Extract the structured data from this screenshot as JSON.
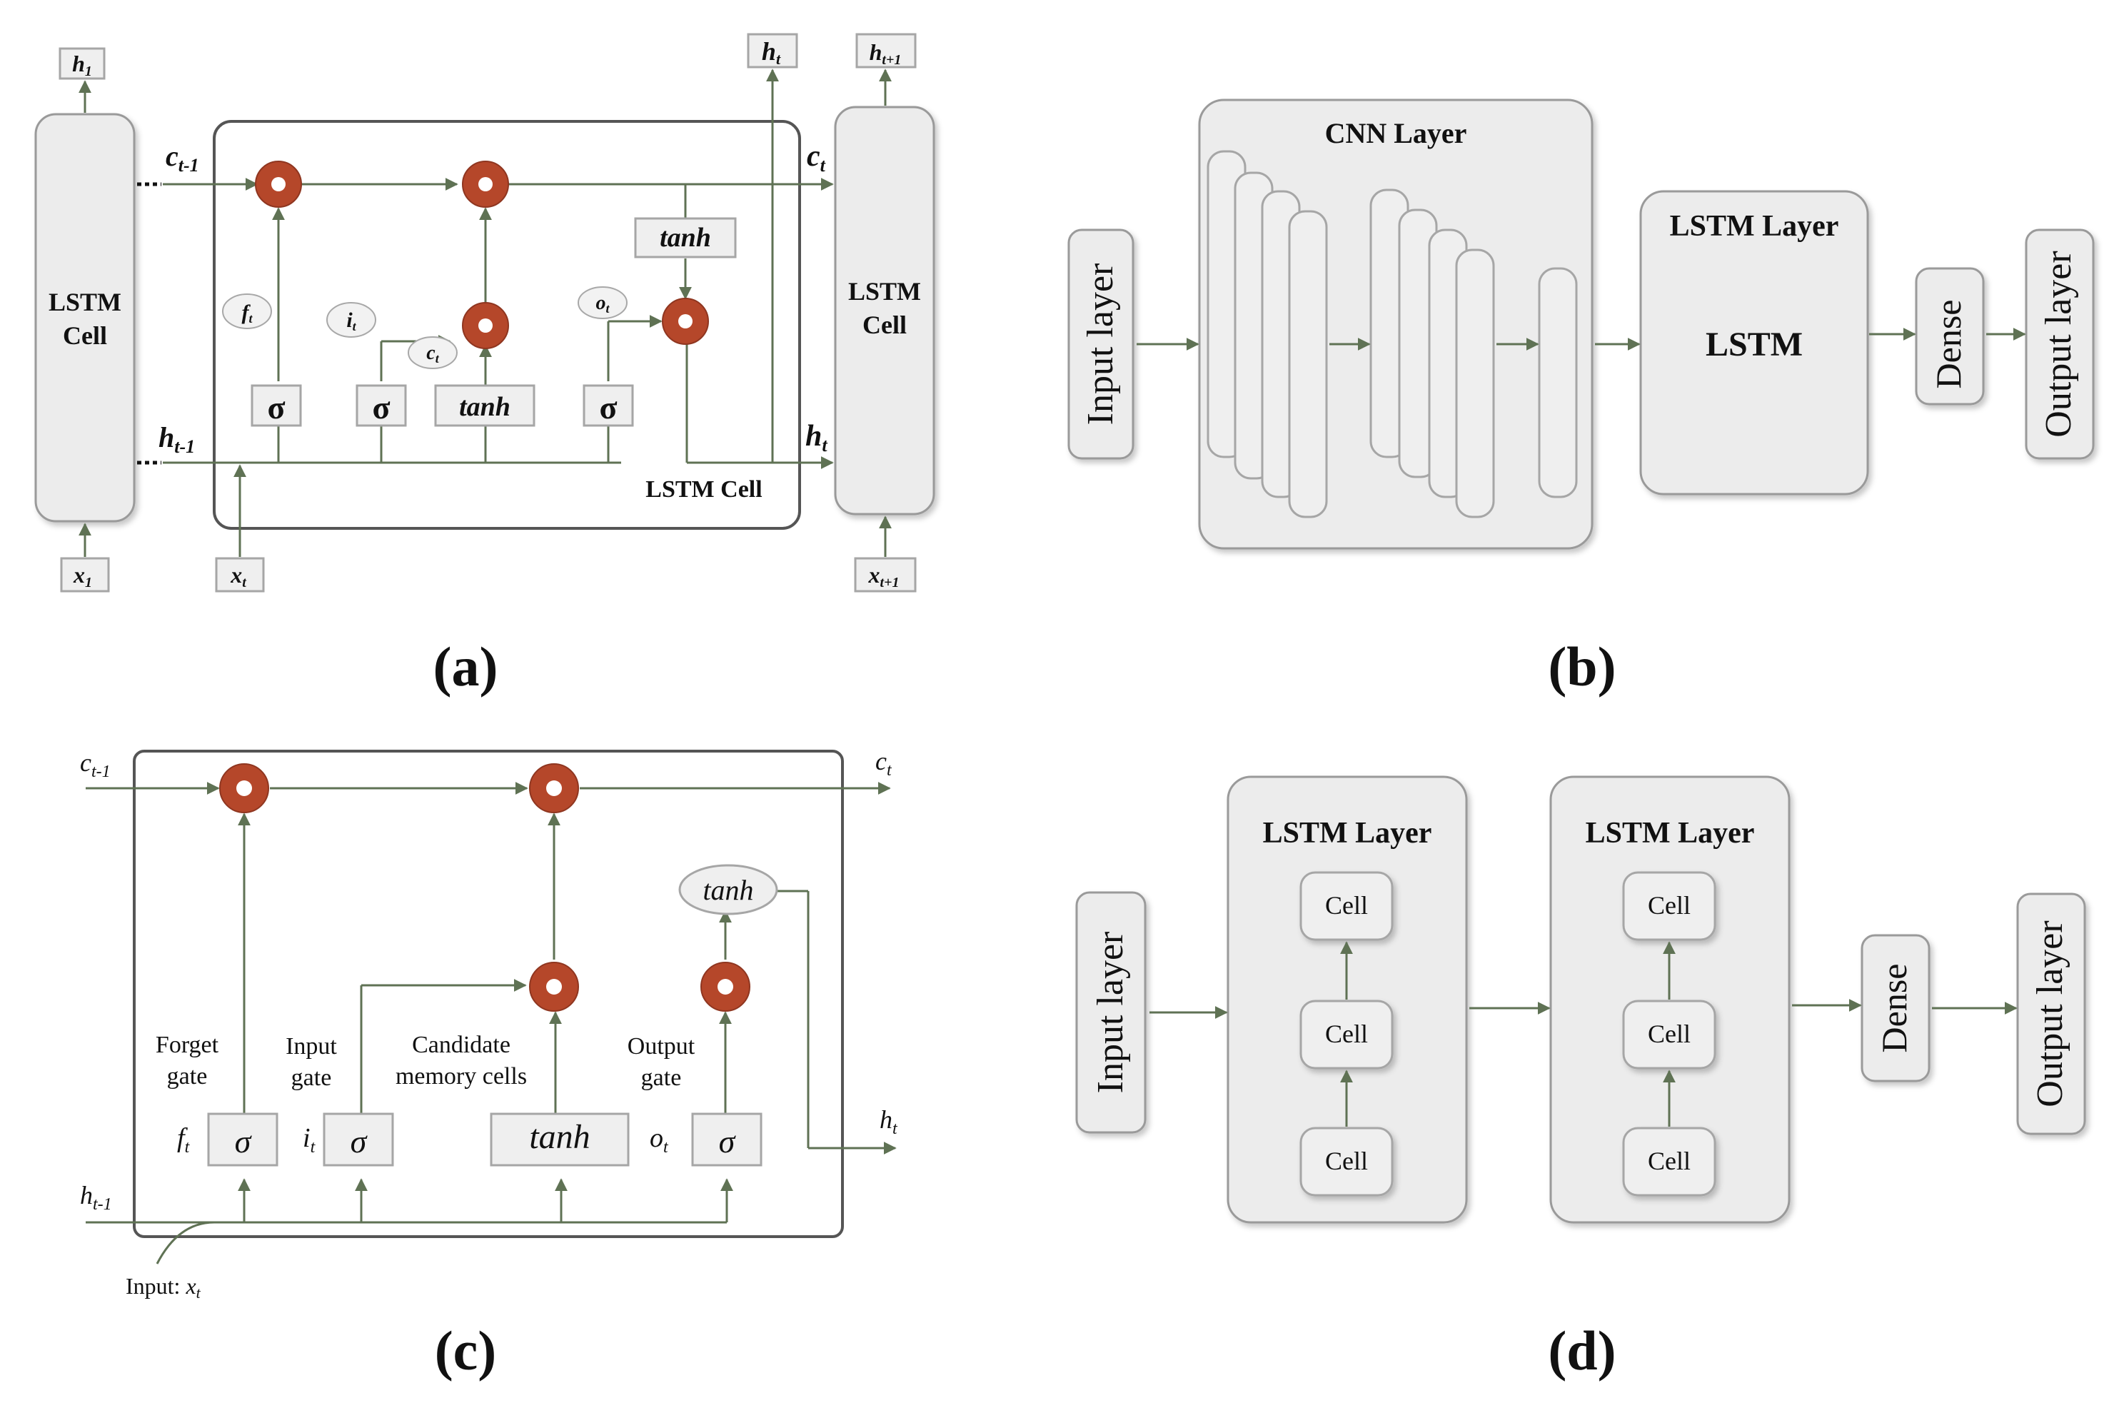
{
  "colors": {
    "arrow": "#5f7254",
    "gate_outer": "#b5472a",
    "gate_inner": "#ffffff",
    "box_fill": "#ececec",
    "box_stroke": "#9a9a9a"
  },
  "icons": {
    "multiply_gate": "red-ring-multiply-icon",
    "arrow": "green-arrow-icon"
  },
  "panel_a": {
    "caption": "(a)",
    "left_cell": [
      "LSTM",
      "Cell"
    ],
    "right_cell": [
      "LSTM",
      "Cell"
    ],
    "center_label": "LSTM Cell",
    "h1": {
      "base": "h",
      "sub": "1"
    },
    "ht_top": {
      "base": "h",
      "sub": "t"
    },
    "ht1_top": {
      "base": "h",
      "sub": "t+1"
    },
    "x1": {
      "base": "x",
      "sub": "1"
    },
    "xt": {
      "base": "x",
      "sub": "t"
    },
    "xt1": {
      "base": "x",
      "sub": "t+1"
    },
    "ct_1": {
      "base": "c",
      "sub": "t-1"
    },
    "ht_1": {
      "base": "h",
      "sub": "t-1"
    },
    "ct": {
      "base": "c",
      "sub": "t"
    },
    "ht": {
      "base": "h",
      "sub": "t"
    },
    "ft": {
      "base": "f",
      "sub": "t"
    },
    "it": {
      "base": "i",
      "sub": "t"
    },
    "ctil": {
      "base": "c",
      "sub": "t"
    },
    "ot": {
      "base": "o",
      "sub": "t"
    },
    "sigma": "σ",
    "tanh": "tanh"
  },
  "panel_b": {
    "caption": "(b)",
    "input_layer": "Input layer",
    "cnn_layer": "CNN Layer",
    "lstm_layer": "LSTM Layer",
    "lstm": "LSTM",
    "dense": "Dense",
    "output_layer": "Output layer"
  },
  "panel_c": {
    "caption": "(c)",
    "ct_1": {
      "base": "c",
      "sub": "t-1"
    },
    "ct": {
      "base": "c",
      "sub": "t"
    },
    "ht_1": {
      "base": "h",
      "sub": "t-1"
    },
    "ht": {
      "base": "h",
      "sub": "t"
    },
    "tanh_top": "tanh",
    "forget_gate": [
      "Forget",
      "gate"
    ],
    "input_gate": [
      "Input",
      "gate"
    ],
    "candidate": [
      "Candidate",
      "memory cells"
    ],
    "output_gate": [
      "Output",
      "gate"
    ],
    "ft": {
      "base": "f",
      "sub": "t"
    },
    "it": {
      "base": "i",
      "sub": "t"
    },
    "ot": {
      "base": "o",
      "sub": "t"
    },
    "sigma": "σ",
    "tanh": "tanh",
    "input_label": "Input: ",
    "input_x": {
      "base": "x",
      "sub": "t"
    }
  },
  "panel_d": {
    "caption": "(d)",
    "input_layer": "Input layer",
    "lstm_layer_1": "LSTM Layer",
    "lstm_layer_2": "LSTM Layer",
    "cell": "Cell",
    "dense": "Dense",
    "output_layer": "Output layer"
  }
}
